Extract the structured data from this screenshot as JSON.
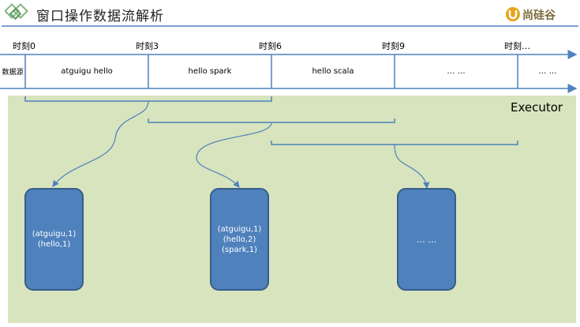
{
  "header": {
    "title": "窗口操作数据流解析",
    "brand": "尚硅谷"
  },
  "timeline": {
    "ticks": [
      "时刻0",
      "时刻3",
      "时刻6",
      "时刻9",
      "时刻…"
    ],
    "row_label": "数据源",
    "cells": [
      "atguigu hello",
      "hello spark",
      "hello scala",
      "… …",
      "… …"
    ]
  },
  "executor": {
    "label": "Executor",
    "boxes": [
      {
        "lines": [
          "(atguigu,1)",
          "(hello,1)"
        ]
      },
      {
        "lines": [
          "(atguigu,1)",
          "(hello,2)",
          "(spark,1)"
        ]
      },
      {
        "lines": [
          "… …"
        ]
      }
    ]
  },
  "colors": {
    "timeline": "#4f81bd",
    "executor_bg": "#d7e4bd",
    "box_fill": "#4f81bd",
    "box_border": "#385d8a"
  }
}
